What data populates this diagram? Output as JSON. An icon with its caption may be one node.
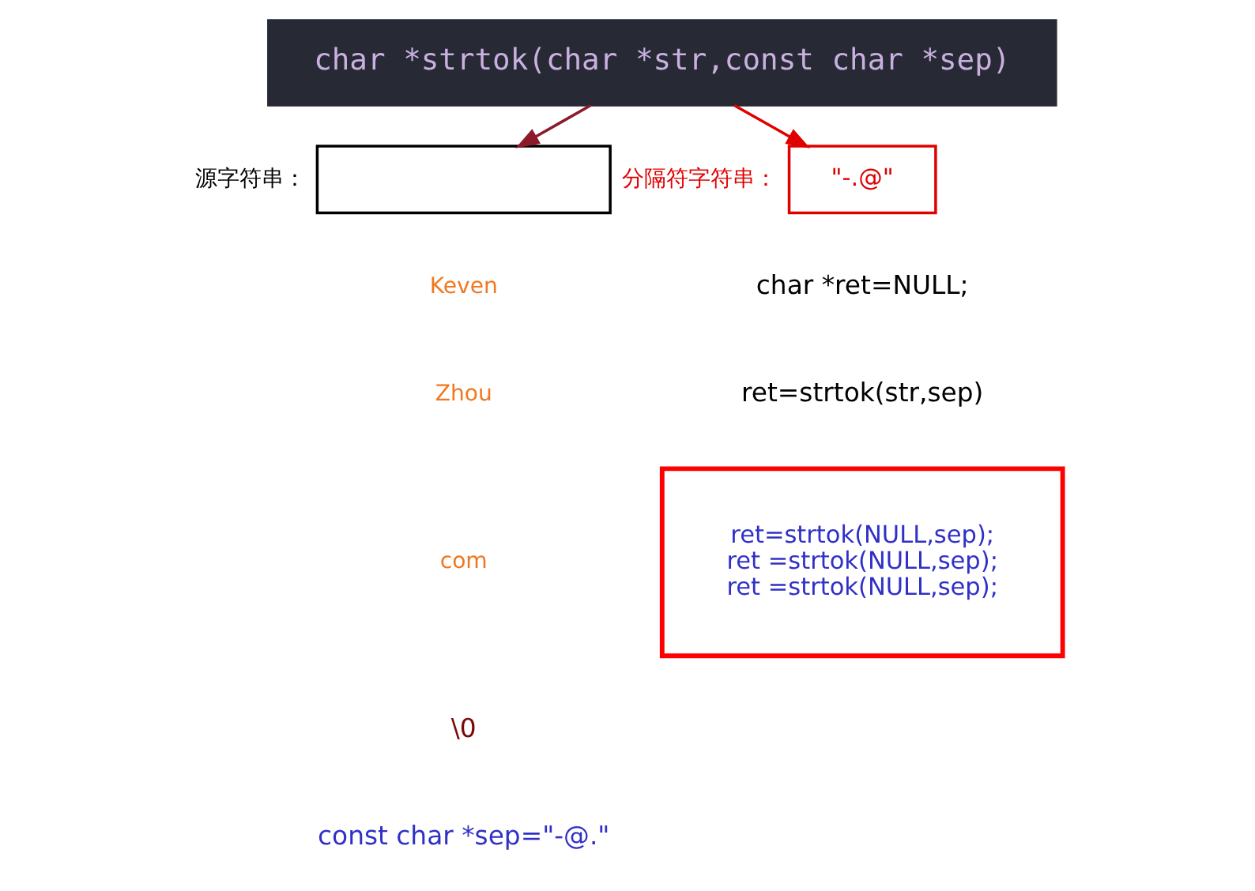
{
  "diagram": {
    "nodes": [
      {
        "text": [
          "char *strtok(char *str,const char *sep)"
        ]
      },
      {
        "text": [],
        "shape": "box",
        "beside": [
          "源字符串："
        ]
      },
      {
        "text": [
          "\"-.@\""
        ],
        "beside": [
          "分隔符字符串："
        ]
      },
      {
        "text": [
          "ret=strtok(NULL,sep);",
          "ret =strtok(NULL,sep);",
          "ret =strtok(NULL,sep);"
        ]
      }
    ],
    "edges": [
      {
        "from": 0,
        "to": 1,
        "arrow": "to",
        "color": "#8b1a2a"
      },
      {
        "from": 0,
        "to": 2,
        "arrow": "to",
        "color": "#e00000"
      }
    ],
    "labels": [
      "Keven",
      "Zhou",
      "com",
      "char *ret=NULL;",
      "ret=strtok(str,sep)",
      "\\0",
      "const char *sep=\"-@.\""
    ]
  }
}
